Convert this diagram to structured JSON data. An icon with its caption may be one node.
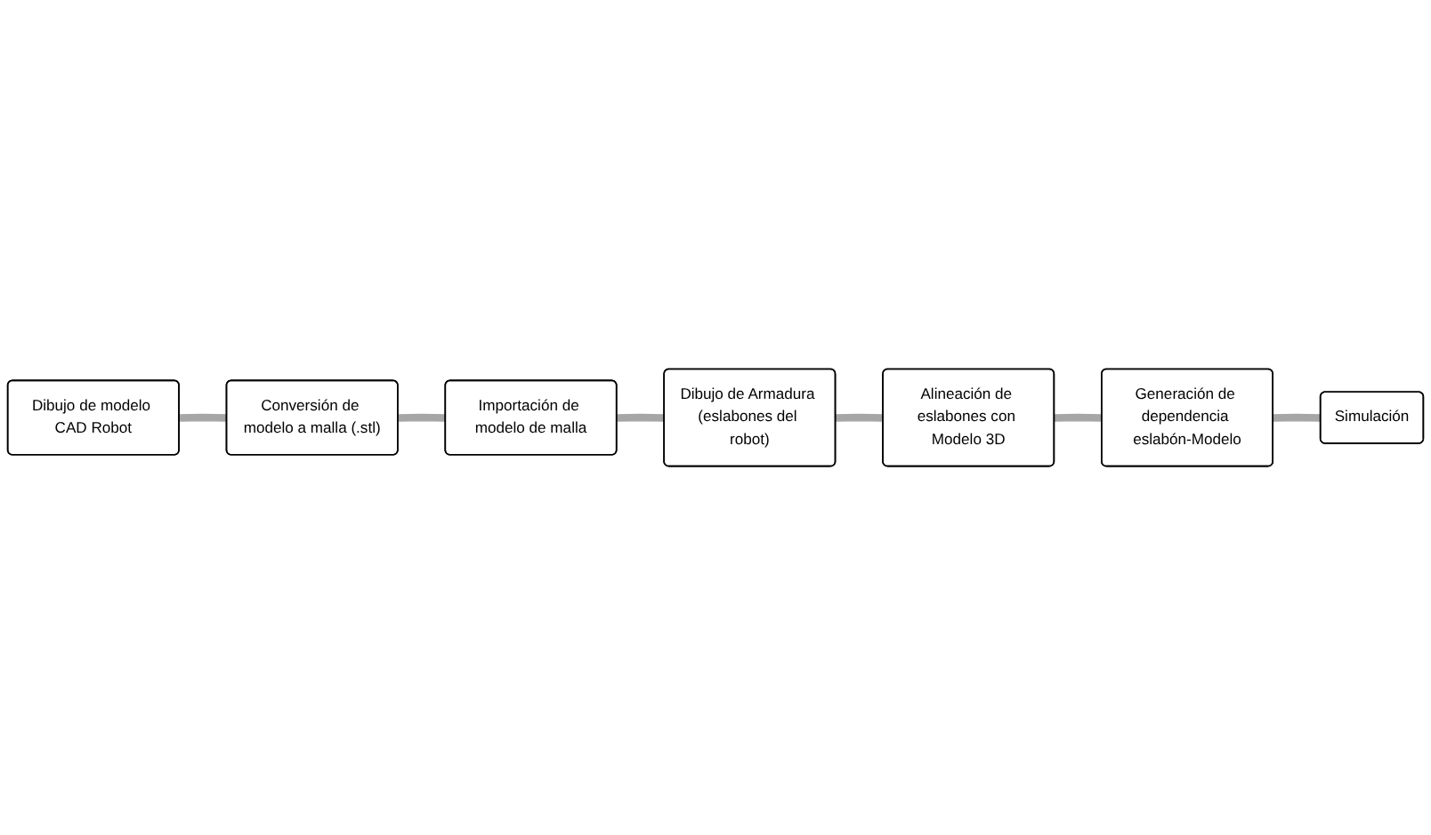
{
  "diagram": {
    "nodes": [
      {
        "text": [
          "Dibujo de modelo CAD Robot"
        ]
      },
      {
        "text": [
          "Conversión de modelo a malla (.stl)"
        ]
      },
      {
        "text": [
          "Importación de modelo de malla"
        ]
      },
      {
        "text": [
          "Dibujo de Armadura (eslabones del robot)"
        ]
      },
      {
        "text": [
          "Alineación de eslabones con Modelo 3D"
        ]
      },
      {
        "text": [
          "Generación de dependencia eslabón-Modelo"
        ]
      },
      {
        "text": [
          "Simulación"
        ]
      }
    ],
    "edges": [
      {
        "from": 0,
        "to": 1,
        "arrow": "none"
      },
      {
        "from": 1,
        "to": 2,
        "arrow": "none"
      },
      {
        "from": 2,
        "to": 3,
        "arrow": "none"
      },
      {
        "from": 3,
        "to": 4,
        "arrow": "none"
      },
      {
        "from": 4,
        "to": 5,
        "arrow": "none"
      },
      {
        "from": 5,
        "to": 6,
        "arrow": "none"
      }
    ]
  }
}
